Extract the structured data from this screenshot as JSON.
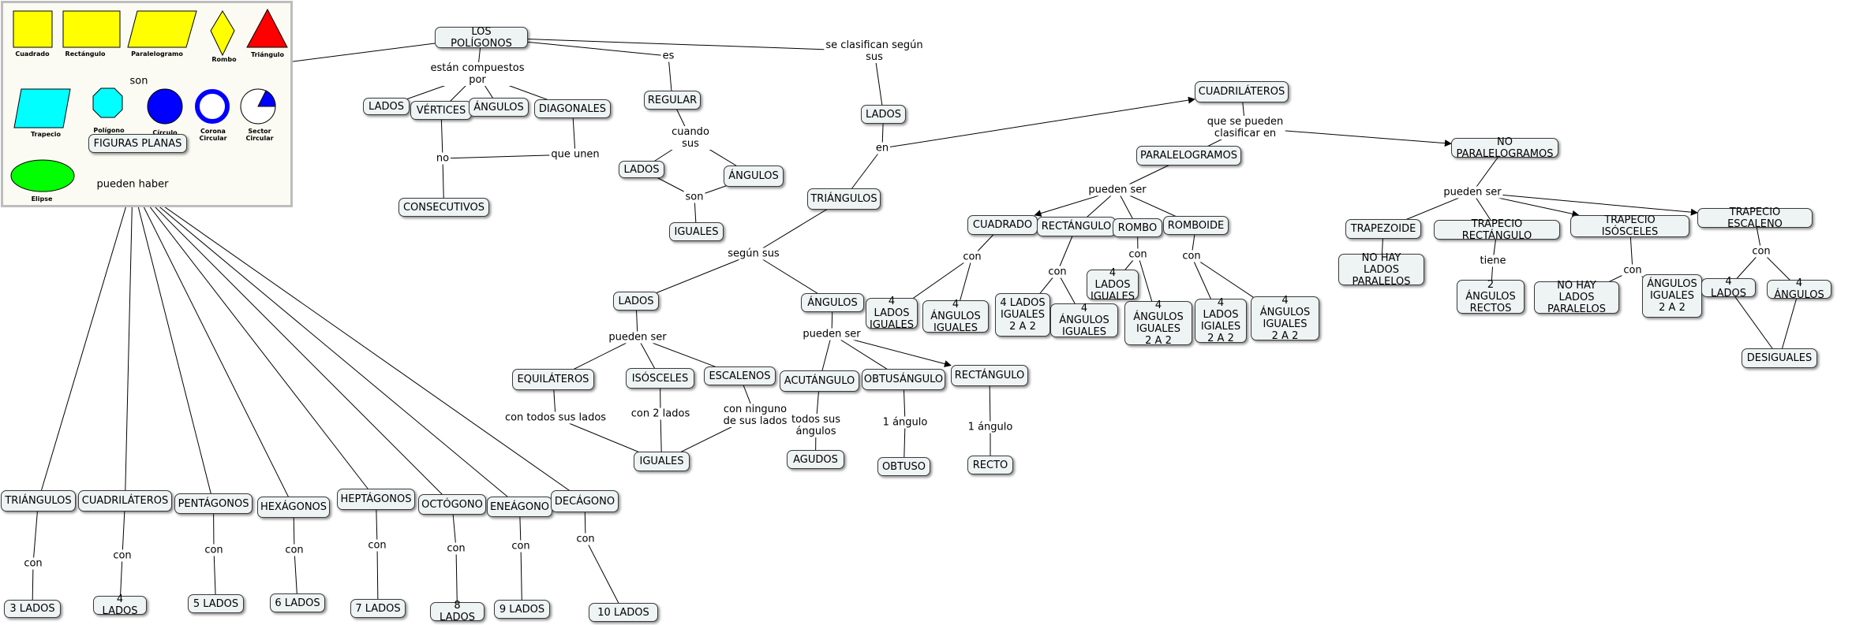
{
  "legend": {
    "shapes": [
      {
        "id": "cuadrado",
        "label": "Cuadrado",
        "color": "#ffff00"
      },
      {
        "id": "rectangulo",
        "label": "Rectángulo",
        "color": "#ffff00"
      },
      {
        "id": "paralelogramo",
        "label": "Paralelogramo",
        "color": "#ffff00"
      },
      {
        "id": "rombo",
        "label": "Rombo",
        "color": "#ffff00"
      },
      {
        "id": "triangulo",
        "label": "Triángulo",
        "color": "#ff0000"
      },
      {
        "id": "trapecio",
        "label": "Trapecio",
        "color": "#00ffff"
      },
      {
        "id": "poligono",
        "label": "Polígono",
        "color": "#00ffff"
      },
      {
        "id": "circulo",
        "label": "Círculo",
        "color": "#0000ff"
      },
      {
        "id": "corona",
        "label": "Corona Circular",
        "color": "#0000ff"
      },
      {
        "id": "sector",
        "label": "Sector Circular",
        "color": "#0000ff"
      },
      {
        "id": "elipse",
        "label": "Elipse",
        "color": "#00ff00"
      }
    ]
  },
  "nodes": [
    {
      "id": "poligonos",
      "text": "LOS POLÍGONOS"
    },
    {
      "id": "figuras",
      "text": "FIGURAS PLANAS"
    },
    {
      "id": "lados1",
      "text": "LADOS"
    },
    {
      "id": "vertices",
      "text": "VÉRTICES"
    },
    {
      "id": "angulos1",
      "text": "ÁNGULOS"
    },
    {
      "id": "diagonales",
      "text": "DIAGONALES"
    },
    {
      "id": "consecutivos",
      "text": "CONSECUTIVOS"
    },
    {
      "id": "regular",
      "text": "REGULAR"
    },
    {
      "id": "lados2",
      "text": "LADOS"
    },
    {
      "id": "angulos2",
      "text": "ÁNGULOS"
    },
    {
      "id": "iguales1",
      "text": "IGUALES"
    },
    {
      "id": "lados3",
      "text": "LADOS"
    },
    {
      "id": "triangulos1",
      "text": "TRIÁNGULOS"
    },
    {
      "id": "lados4",
      "text": "LADOS"
    },
    {
      "id": "angulos3",
      "text": "ÁNGULOS"
    },
    {
      "id": "equilateros",
      "text": "EQUILÁTEROS"
    },
    {
      "id": "isosceles",
      "text": "ISÓSCELES"
    },
    {
      "id": "escalenos",
      "text": "ESCALENOS"
    },
    {
      "id": "iguales2",
      "text": "IGUALES"
    },
    {
      "id": "acutangulo",
      "text": "ACUTÁNGULO"
    },
    {
      "id": "obtusangulo",
      "text": "OBTUSÁNGULO"
    },
    {
      "id": "rectangulo_t",
      "text": "RECTÁNGULO"
    },
    {
      "id": "agudos",
      "text": "AGUDOS"
    },
    {
      "id": "obtuso",
      "text": "OBTUSO"
    },
    {
      "id": "recto",
      "text": "RECTO"
    },
    {
      "id": "cuadrilateros",
      "text": "CUADRILÁTEROS"
    },
    {
      "id": "paralelogramos",
      "text": "PARALELOGRAMOS"
    },
    {
      "id": "noparalelogramos",
      "text": "NO PARALELOGRAMOS"
    },
    {
      "id": "cuadrado",
      "text": "CUADRADO"
    },
    {
      "id": "rectangulo_c",
      "text": "RECTÁNGULO"
    },
    {
      "id": "rombo",
      "text": "ROMBO"
    },
    {
      "id": "romboide",
      "text": "ROMBOIDE"
    },
    {
      "id": "cuad_4li",
      "text": "4 LADOS\nIGUALES"
    },
    {
      "id": "cuad_4ai",
      "text": "4 ÁNGULOS\nIGUALES"
    },
    {
      "id": "rect_4l2",
      "text": "4 LADOS\nIGUALES\n2 A 2"
    },
    {
      "id": "rect_4ai",
      "text": "4 ÁNGULOS\nIGUALES"
    },
    {
      "id": "rombo_4li",
      "text": "4 LADOS\nIGUALES"
    },
    {
      "id": "rombo_4a2",
      "text": "4 ÁNGULOS\nIGUALES\n2 A 2"
    },
    {
      "id": "romb_4l2",
      "text": "4 LADOS\nIGIALES\n2 A 2"
    },
    {
      "id": "romb_4a2",
      "text": "4 ÁNGULOS\nIGUALES\n2 A 2"
    },
    {
      "id": "trapezoide",
      "text": "TRAPEZOIDE"
    },
    {
      "id": "trap_rect",
      "text": "TRAPECIO RECTÁNGULO"
    },
    {
      "id": "trap_iso",
      "text": "TRAPECIO ISÓSCELES"
    },
    {
      "id": "trap_esc",
      "text": "TRAPECIO ESCALENO"
    },
    {
      "id": "nohay1",
      "text": "NO HAY LADOS\nPARALELOS"
    },
    {
      "id": "dos_ang",
      "text": "2 ÁNGULOS\nRECTOS"
    },
    {
      "id": "nohay2",
      "text": "NO HAY LADOS\nPARALELOS"
    },
    {
      "id": "ang_ig22",
      "text": "ÁNGULOS\nIGUALES\n2 A 2"
    },
    {
      "id": "esc_4l",
      "text": "4 LADOS"
    },
    {
      "id": "esc_4a",
      "text": "4 ÁNGULOS"
    },
    {
      "id": "desiguales",
      "text": "DESIGUALES"
    },
    {
      "id": "b_tri",
      "text": "TRIÁNGULOS"
    },
    {
      "id": "b_cua",
      "text": "CUADRILÁTEROS"
    },
    {
      "id": "b_pen",
      "text": "PENTÁGONOS"
    },
    {
      "id": "b_hex",
      "text": "HEXÁGONOS"
    },
    {
      "id": "b_hep",
      "text": "HEPTÁGONOS"
    },
    {
      "id": "b_oct",
      "text": "OCTÓGONO"
    },
    {
      "id": "b_ene",
      "text": "ENEÁGONO"
    },
    {
      "id": "b_dec",
      "text": "DECÁGONO"
    },
    {
      "id": "l3",
      "text": "3 LADOS"
    },
    {
      "id": "l4",
      "text": "4 LADOS"
    },
    {
      "id": "l5",
      "text": "5 LADOS"
    },
    {
      "id": "l6",
      "text": "6 LADOS"
    },
    {
      "id": "l7",
      "text": "7 LADOS"
    },
    {
      "id": "l8",
      "text": "8 LADOS"
    },
    {
      "id": "l9",
      "text": "9 LADOS"
    },
    {
      "id": "l10",
      "text": "10 LADOS"
    }
  ],
  "links": [
    {
      "id": "son1",
      "text": "son"
    },
    {
      "id": "compuestos",
      "text": "están compuestos\npor"
    },
    {
      "id": "es",
      "text": "es"
    },
    {
      "id": "clasifican",
      "text": "se clasifican según\nsus"
    },
    {
      "id": "no",
      "text": "no"
    },
    {
      "id": "queunen",
      "text": "que unen"
    },
    {
      "id": "cuandosus",
      "text": "cuando\nsus"
    },
    {
      "id": "son2",
      "text": "son"
    },
    {
      "id": "en",
      "text": "en"
    },
    {
      "id": "puedenhaber",
      "text": "pueden haber"
    },
    {
      "id": "segunsus",
      "text": "según sus"
    },
    {
      "id": "puedenser_l",
      "text": "pueden ser"
    },
    {
      "id": "puedenser_a",
      "text": "pueden ser"
    },
    {
      "id": "contodos",
      "text": "con todos sus lados"
    },
    {
      "id": "con2lados",
      "text": "con 2 lados"
    },
    {
      "id": "conninguno",
      "text": "con ninguno\nde sus lados"
    },
    {
      "id": "todosang",
      "text": "todos sus\nángulos"
    },
    {
      "id": "unang1",
      "text": "1 ángulo"
    },
    {
      "id": "unang2",
      "text": "1 ángulo"
    },
    {
      "id": "quepueden",
      "text": "que se pueden\nclasificar en"
    },
    {
      "id": "puedenser_p",
      "text": "pueden ser"
    },
    {
      "id": "puedenser_np",
      "text": "pueden ser"
    },
    {
      "id": "con_cuad",
      "text": "con"
    },
    {
      "id": "con_rect",
      "text": "con"
    },
    {
      "id": "con_rombo",
      "text": "con"
    },
    {
      "id": "con_romb",
      "text": "con"
    },
    {
      "id": "tiene",
      "text": "tiene"
    },
    {
      "id": "con_iso",
      "text": "con"
    },
    {
      "id": "con_esc",
      "text": "con"
    },
    {
      "id": "con_b1",
      "text": "con"
    },
    {
      "id": "con_b2",
      "text": "con"
    },
    {
      "id": "con_b3",
      "text": "con"
    },
    {
      "id": "con_b4",
      "text": "con"
    },
    {
      "id": "con_b5",
      "text": "con"
    },
    {
      "id": "con_b6",
      "text": "con"
    },
    {
      "id": "con_b7",
      "text": "con"
    },
    {
      "id": "con_b8",
      "text": "con"
    }
  ]
}
